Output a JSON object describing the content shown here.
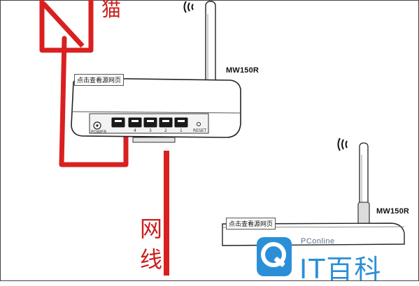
{
  "labels": {
    "modem": "猫",
    "cable_char_1": "网",
    "cable_char_2": "线"
  },
  "router_primary": {
    "model": "MW150R",
    "tag": "点击查看源网页",
    "power_label": "POWER",
    "reset_label": "RESET",
    "ports": [
      "4",
      "3",
      "2",
      "1"
    ]
  },
  "router_secondary": {
    "model": "MW150R",
    "tag": "点击查看源网页"
  },
  "watermark": {
    "brand": "PConline",
    "name": "IT百科"
  },
  "colors": {
    "cable": "#d92020",
    "logo_blue": "#2b8fd8",
    "outline": "#222222"
  }
}
